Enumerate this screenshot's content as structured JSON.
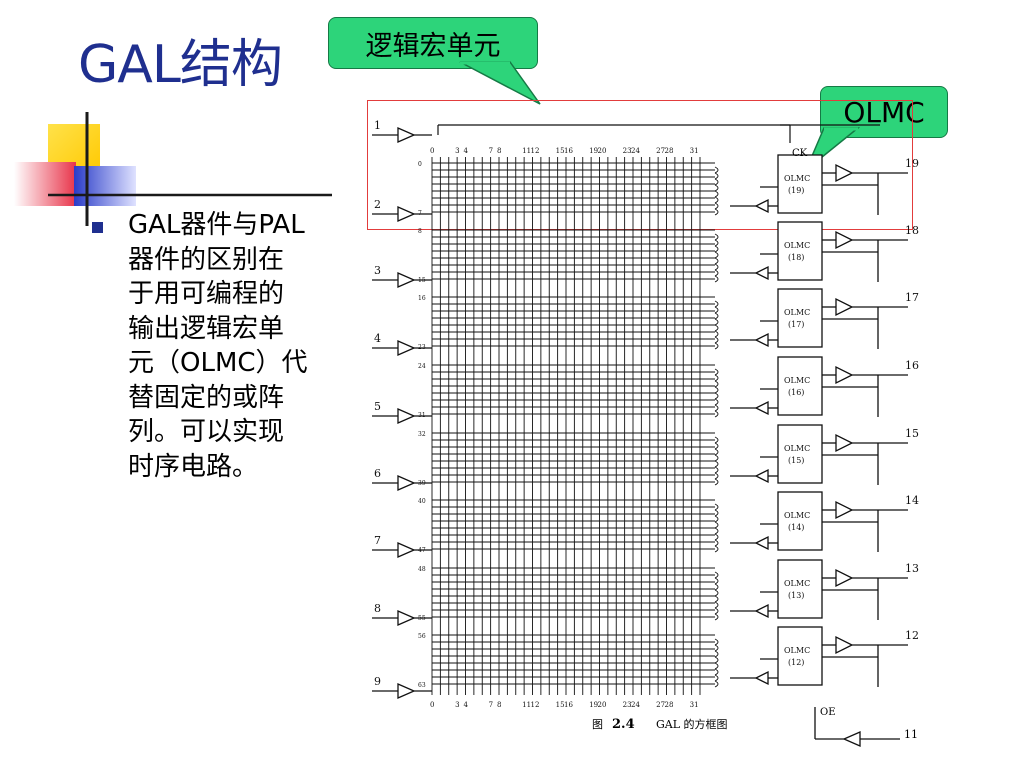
{
  "slide": {
    "title": "GAL结构",
    "bullet": "GAL器件与PAL器件的区别在于用可编程的输出逻辑宏单元（OLMC）代替固定的或阵列。可以实现时序电路。"
  },
  "callouts": {
    "logic_macrocell": "逻辑宏单元",
    "olmc": "OLMC"
  },
  "diagram": {
    "input_pins": [
      "1",
      "2",
      "3",
      "4",
      "5",
      "6",
      "7",
      "8",
      "9"
    ],
    "column_labels_top": [
      "0",
      "3",
      "4",
      "7",
      "8",
      "11",
      "12",
      "15",
      "16",
      "19",
      "20",
      "23",
      "24",
      "27",
      "28",
      "31"
    ],
    "column_labels_bottom": [
      "0",
      "3",
      "4",
      "7",
      "8",
      "11",
      "12",
      "15",
      "16",
      "19",
      "20",
      "23",
      "24",
      "27",
      "28",
      "31"
    ],
    "row_labels": [
      "0",
      "7",
      "8",
      "15",
      "16",
      "23",
      "24",
      "31",
      "32",
      "39",
      "40",
      "47",
      "48",
      "55",
      "56",
      "63"
    ],
    "olmc_blocks": [
      {
        "name": "OLMC",
        "num": "(19)",
        "pin": "19"
      },
      {
        "name": "OLMC",
        "num": "(18)",
        "pin": "18"
      },
      {
        "name": "OLMC",
        "num": "(17)",
        "pin": "17"
      },
      {
        "name": "OLMC",
        "num": "(16)",
        "pin": "16"
      },
      {
        "name": "OLMC",
        "num": "(15)",
        "pin": "15"
      },
      {
        "name": "OLMC",
        "num": "(14)",
        "pin": "14"
      },
      {
        "name": "OLMC",
        "num": "(13)",
        "pin": "13"
      },
      {
        "name": "OLMC",
        "num": "(12)",
        "pin": "12"
      }
    ],
    "ck_label": "CK",
    "oe_label": "OE",
    "oe_pin": "11",
    "caption_prefix": "图",
    "caption_number": "2.4",
    "caption_text": "GAL 的方框图"
  },
  "colors": {
    "title": "#1f2f8f",
    "callout_fill": "#2dd47a",
    "highlight_box": "#e23c3c",
    "deco_yellow": "#ffd21a",
    "deco_blue": "#2a3cc8",
    "deco_red": "#e8344a"
  }
}
